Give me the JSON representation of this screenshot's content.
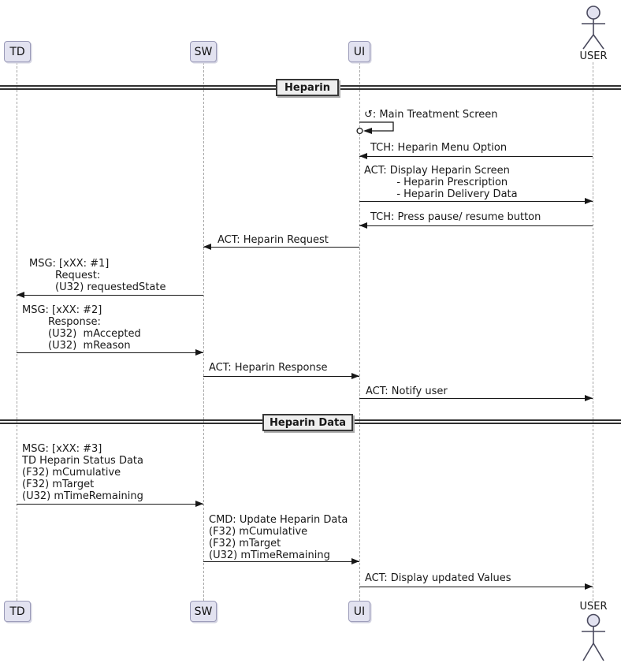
{
  "diagram": {
    "participants": [
      {
        "id": "TD",
        "label": "TD"
      },
      {
        "id": "SW",
        "label": "SW"
      },
      {
        "id": "UI",
        "label": "UI"
      },
      {
        "id": "USER",
        "label": "USER",
        "type": "actor"
      }
    ],
    "dividers": [
      {
        "label": "Heparin"
      },
      {
        "label": "Heparin Data"
      }
    ],
    "messages": [
      {
        "from": "UI",
        "to": "UI",
        "label": "↺: Main Treatment Screen"
      },
      {
        "from": "USER",
        "to": "UI",
        "label": "TCH: Heparin Menu Option"
      },
      {
        "from": "UI",
        "to": "USER",
        "label": "ACT: Display Heparin Screen\n          - Heparin Prescription\n          - Heparin Delivery Data"
      },
      {
        "from": "USER",
        "to": "UI",
        "label": "TCH: Press pause/ resume button"
      },
      {
        "from": "UI",
        "to": "SW",
        "label": "ACT: Heparin Request"
      },
      {
        "from": "SW",
        "to": "TD",
        "label": "MSG: [xXX: #1]\n        Request:\n        (U32) requestedState"
      },
      {
        "from": "TD",
        "to": "SW",
        "label": "MSG: [xXX: #2]\n        Response:\n        (U32)  mAccepted\n        (U32)  mReason"
      },
      {
        "from": "SW",
        "to": "UI",
        "label": "ACT: Heparin Response"
      },
      {
        "from": "UI",
        "to": "USER",
        "label": "ACT: Notify user"
      },
      {
        "from": "TD",
        "to": "SW",
        "label": "MSG: [xXX: #3]\nTD Heparin Status Data\n(F32) mCumulative\n(F32) mTarget\n(U32) mTimeRemaining"
      },
      {
        "from": "SW",
        "to": "UI",
        "label": "CMD: Update Heparin Data\n(F32) mCumulative\n(F32) mTarget\n(U32) mTimeRemaining"
      },
      {
        "from": "UI",
        "to": "USER",
        "label": "ACT: Display updated Values"
      }
    ],
    "colors": {
      "participant_fill": "#E2E2F0",
      "participant_border": "#9A9AB8",
      "divider_fill": "#EEEEEE",
      "line": "#181818",
      "lifeline": "#A6A6A6"
    }
  }
}
